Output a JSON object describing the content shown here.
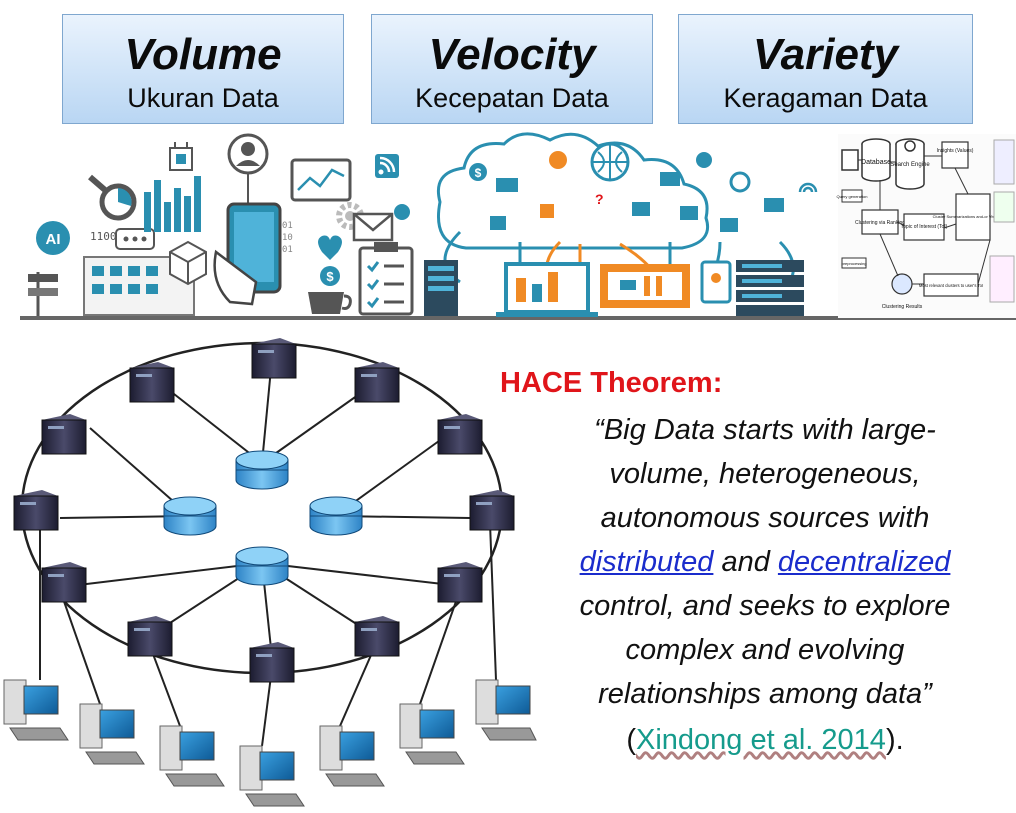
{
  "vs": [
    {
      "title": "Volume",
      "subtitle": "Ukuran Data"
    },
    {
      "title": "Velocity",
      "subtitle": "Kecepatan Data"
    },
    {
      "title": "Variety",
      "subtitle": "Keragaman Data"
    }
  ],
  "banner": {
    "ai_label": "AI",
    "binary_text": "11001",
    "clustering_labels": [
      "Database",
      "Search Engine",
      "Insights (Values)",
      "Topic of Interest (ToI)",
      "Clustering via Ranking",
      "Cluster Summarizations and-or Visualizations",
      "Most relevant clusters to user's ToI",
      "Clustering Results",
      "preprocessing",
      "Query generation"
    ]
  },
  "hace": {
    "title": "HACE Theorem:",
    "quote_line1": "“Big Data starts with large-",
    "quote_line2": "volume, heterogeneous,",
    "quote_line3": "autonomous sources with",
    "link1": "distributed",
    "and_text": " and ",
    "link2": "decentralized",
    "quote_line5": "control, and seeks to explore",
    "quote_line6": "complex and evolving",
    "quote_line7": "relationships among data”",
    "cite_open": "(",
    "cite_link": "Xindong et al. 2014",
    "cite_close": ")."
  },
  "colors": {
    "title_red": "#e0151a",
    "link_blue": "#1a2ccc",
    "cite_teal": "#159b8c",
    "banner_teal": "#2a8fb0",
    "banner_orange": "#f08a24"
  }
}
